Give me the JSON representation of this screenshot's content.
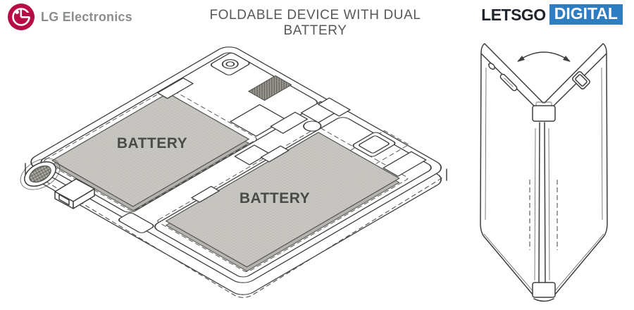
{
  "header": {
    "brand": "LG Electronics",
    "title": "FOLDABLE DEVICE WITH DUAL BATTERY",
    "watermark": {
      "name": "LETSGO",
      "badge": "DIGITAL"
    }
  },
  "diagram": {
    "open_device": {
      "battery_top_label": "BATTERY",
      "battery_bottom_label": "BATTERY"
    }
  },
  "colors": {
    "lg_red": "#b50d44",
    "badge_blue": "#2e7cc1",
    "line": "#3f3e3c",
    "battery_gray": "#c9c7c2",
    "title_gray": "#575757",
    "brand_gray": "#8a8e91",
    "letsgo_dark": "#20242b",
    "label_gray": "#4a4a47"
  }
}
